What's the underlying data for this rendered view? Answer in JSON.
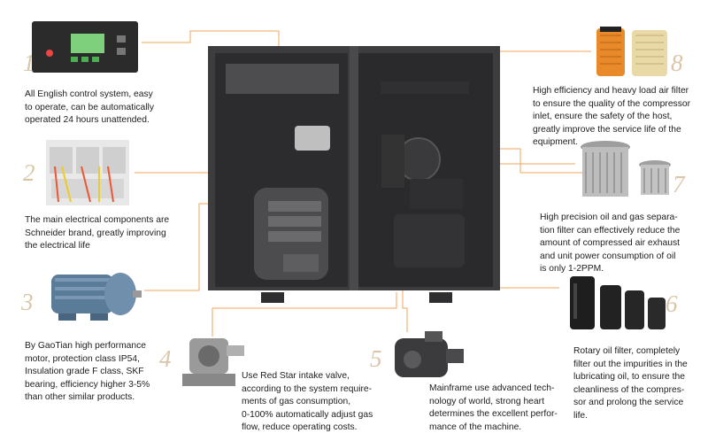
{
  "callouts": [
    {
      "num": "1",
      "text": "All English control system, easy\nto operate, can be automatically\noperated 24 hours unattended."
    },
    {
      "num": "2",
      "text": "The main electrical components are\nSchneider brand, greatly improving\nthe electrical life"
    },
    {
      "num": "3",
      "text": "By GaoTian high performance\nmotor, protection class IP54,\nInsulation grade F class, SKF\nbearing, efficiency higher 3-5%\nthan other similar products."
    },
    {
      "num": "4",
      "text": "Use Red Star intake valve,\naccording to the system require-\nments of gas consumption,\n0-100% automatically adjust gas\nflow, reduce operating costs."
    },
    {
      "num": "5",
      "text": "Mainframe use advanced tech-\nnology of world, strong heart\ndetermines the excellent perfor-\nmance of the machine."
    },
    {
      "num": "6",
      "text": "Rotary oil filter, completely\nfilter out the impurities in the\nlubricating oil, to ensure the\ncleanliness of the compres-\nsor and prolong the service\nlife."
    },
    {
      "num": "7",
      "text": "High precision oil and gas separa-\ntion filter can effectively reduce the\namount of compressed air exhaust\nand unit power consumption of oil\nis only 1-2PPM."
    },
    {
      "num": "8",
      "text": "High efficiency and heavy load air filter\nto ensure the quality of the compressor\ninlet, ensure the safety of the host,\ngreatly improve the service life of the\nequipment."
    }
  ],
  "colors": {
    "accent": "#f2a65a",
    "number": "#d9c6a8",
    "cabinet": "#3d3d3f"
  },
  "icons": {
    "c1": "control-panel-icon",
    "c2": "electrical-components-icon",
    "c3": "motor-icon",
    "c4": "intake-valve-icon",
    "c5": "air-end-icon",
    "c6": "oil-filter-icon",
    "c7": "oil-separator-icon",
    "c8": "air-filter-icon"
  }
}
